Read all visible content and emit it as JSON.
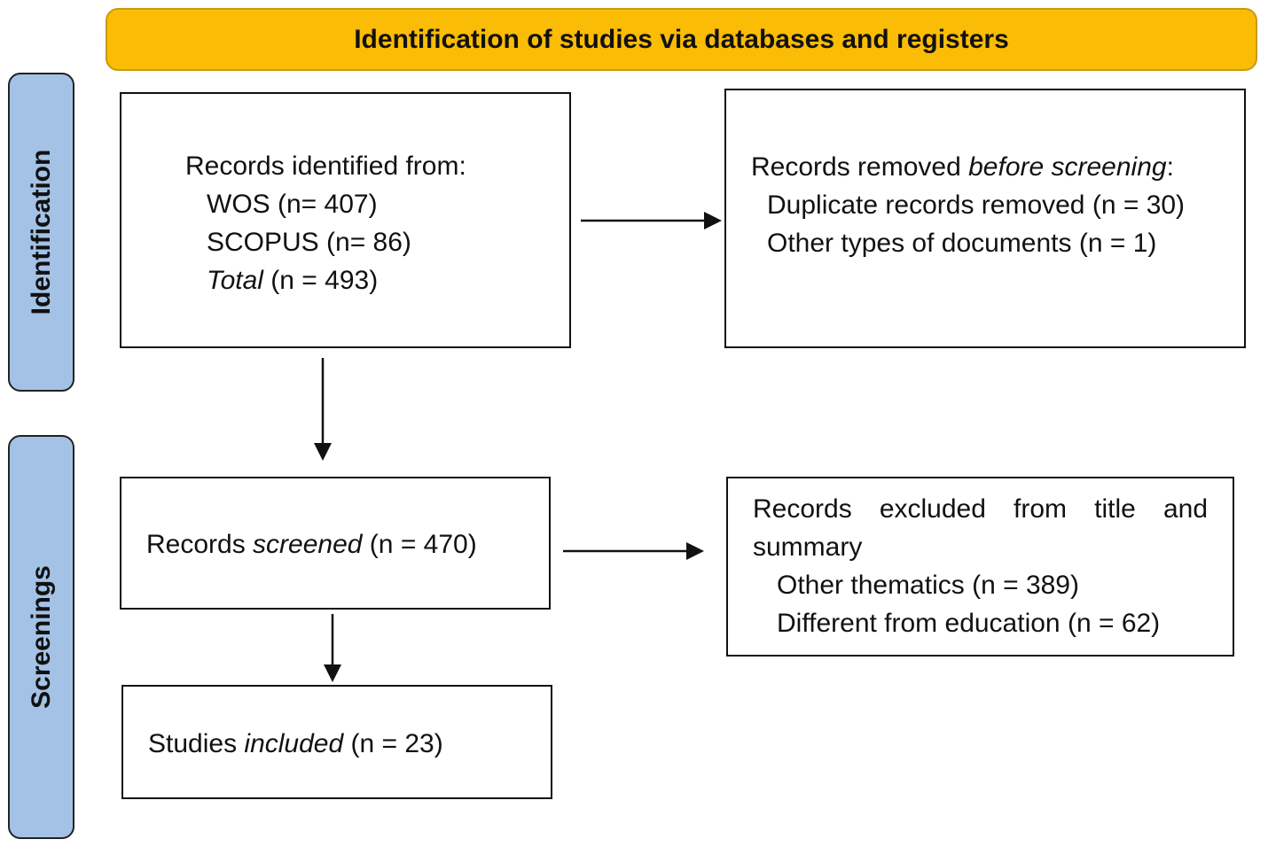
{
  "header": {
    "title": "Identification of studies via databases and registers"
  },
  "phases": {
    "identification": "Identification",
    "screenings": "Screenings"
  },
  "records_identified": {
    "heading": "Records identified from:",
    "wos": "WOS (n= 407)",
    "scopus": "SCOPUS (n= 86)",
    "total_label": "Total",
    "total_value": " (n = 493)"
  },
  "records_removed": {
    "heading_prefix": "Records removed ",
    "heading_emph": "before screening",
    "heading_suffix": ":",
    "duplicates": "Duplicate records removed (n = 30)",
    "other_docs": "Other types of documents (n = 1)"
  },
  "records_screened": {
    "prefix": "Records ",
    "emph": "screened",
    "suffix": " (n = 470)"
  },
  "records_excluded": {
    "line1": "Records excluded from title and",
    "line2": "summary",
    "other_thematics": "Other thematics (n = 389)",
    "different_education": "Different from education (n = 62)"
  },
  "studies_included": {
    "prefix": "Studies ",
    "emph": "included",
    "suffix": " (n = 23)"
  },
  "colors": {
    "header_fill": "#fbbc05",
    "phase_fill": "#a4c2e6",
    "box_border": "#111111"
  }
}
